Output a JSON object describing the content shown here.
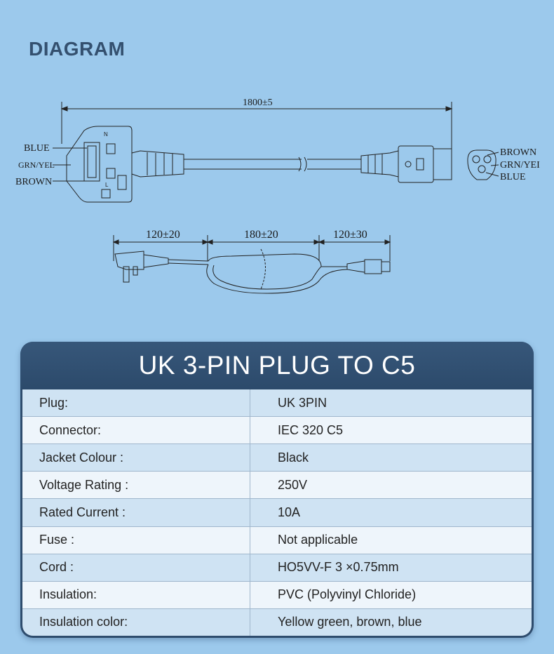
{
  "section_heading": "DIAGRAM",
  "diagram": {
    "total_length": "1800±5",
    "plug_wire_labels": [
      "BLUE",
      "GRN/YEL",
      "BROWN"
    ],
    "connector_wire_labels": [
      "BROWN",
      "GRN/YEI",
      "BLUE"
    ],
    "segment_lengths": [
      "120±20",
      "180±20",
      "120±30"
    ]
  },
  "spec": {
    "title": "UK 3-PIN PLUG TO C5",
    "rows": [
      {
        "label": "Plug:",
        "value": "UK 3PIN"
      },
      {
        "label": "Connector:",
        "value": "IEC 320 C5"
      },
      {
        "label": "Jacket Colour :",
        "value": "Black"
      },
      {
        "label": "Voltage Rating :",
        "value": "250V"
      },
      {
        "label": "Rated Current :",
        "value": "10A"
      },
      {
        "label": "Fuse :",
        "value": "Not applicable"
      },
      {
        "label": "Cord :",
        "value": "HO5VV-F 3 ×0.75mm"
      },
      {
        "label": "Insulation:",
        "value": "PVC (Polyvinyl Chloride)"
      },
      {
        "label": "Insulation color:",
        "value": "Yellow green, brown, blue"
      }
    ]
  },
  "colors": {
    "background": "#9cc9ec",
    "heading": "#34506f",
    "title_bar": "#2e4c6d",
    "row_odd": "#cfe3f3",
    "row_even": "#eef5fb"
  }
}
